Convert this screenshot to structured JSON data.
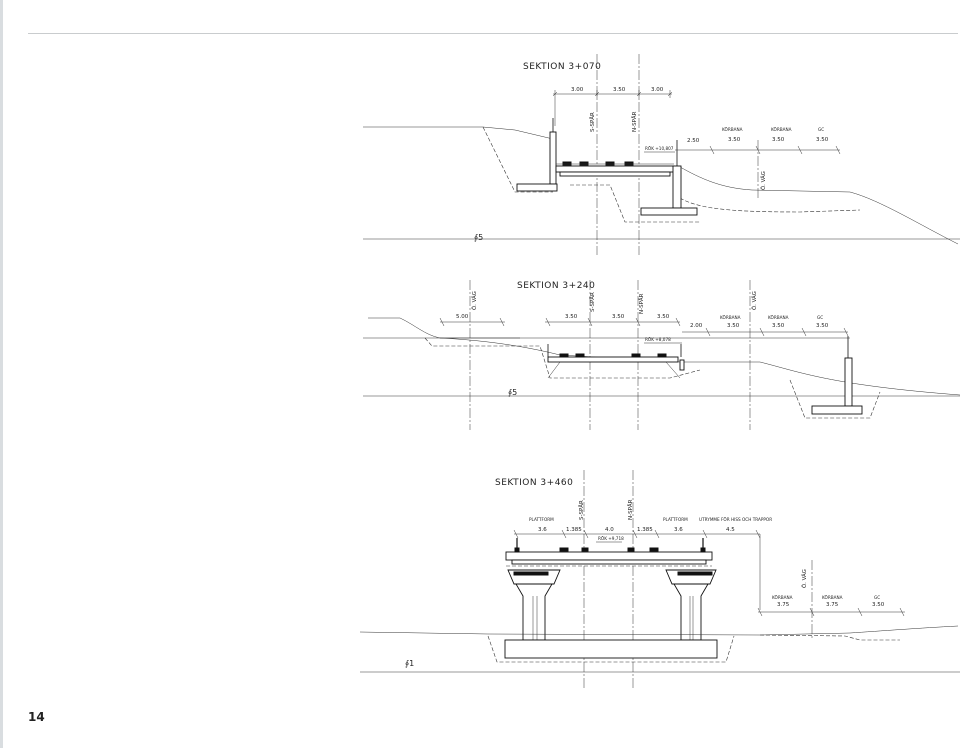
{
  "page_number": "14",
  "sections": [
    {
      "title": "SEKTION 3+070",
      "track_labels": [
        "S-SPÅR",
        "N-SPÅR"
      ],
      "road_label": "Ö. VÄG",
      "rok": "RÖK +10,807",
      "dims_top": [
        "3.00",
        "3.50",
        "3.00"
      ],
      "dim_left": "2.50",
      "road_names": [
        "KÖRBANA",
        "KÖRBANA",
        "GC"
      ],
      "road_dims": [
        "3.50",
        "3.50",
        "3.50"
      ],
      "ground_mark": "∮5"
    },
    {
      "title": "SEKTION 3+240",
      "track_labels": [
        "S-SPÅR",
        "N-SPÅR"
      ],
      "road_labels": [
        "Ö. VÄG",
        "Ö. VÄG"
      ],
      "rok": "RÖK +8,078",
      "dim_left": "5.00",
      "dims_top": [
        "3.50",
        "3.50",
        "3.50"
      ],
      "dim_mid": "2.00",
      "road_names": [
        "KÖRBANA",
        "KÖRBANA",
        "GC"
      ],
      "road_dims": [
        "3.50",
        "3.50",
        "3.50"
      ],
      "ground_mark": "∮5"
    },
    {
      "title": "SEKTION 3+460",
      "track_labels": [
        "S-SPÅR",
        "N-SPÅR"
      ],
      "road_label": "Ö. VÄG",
      "rok": "RÖK +9,718",
      "platform_labels": [
        "PLATTFORM",
        "PLATTFORM",
        "UTRYMME FÖR HISS OCH TRAPPOR"
      ],
      "dims_top": [
        "3.6",
        "1.385",
        "4.0",
        "1.385",
        "3.6",
        "4.5"
      ],
      "road_names": [
        "KÖRBANA",
        "KÖRBANA",
        "GC"
      ],
      "road_dims": [
        "3.75",
        "3.75",
        "3.50"
      ],
      "ground_mark": "∮1"
    }
  ]
}
